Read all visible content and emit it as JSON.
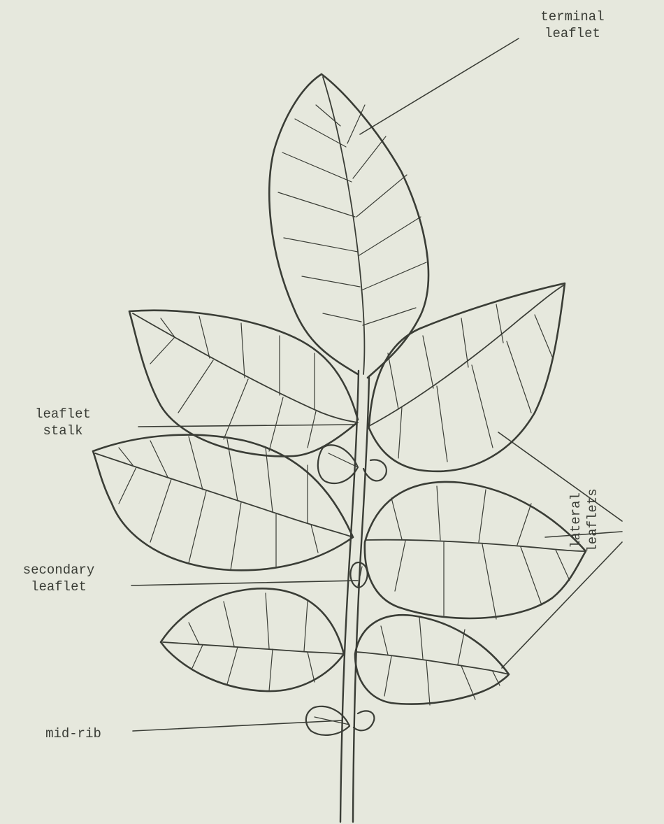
{
  "labels": {
    "terminal": [
      "terminal",
      "leaflet"
    ],
    "stalk": [
      "leaflet",
      "stalk"
    ],
    "secondary": [
      "secondary",
      "leaflet"
    ],
    "midrib": [
      "mid-rib"
    ],
    "lateral": [
      "lateral",
      "leaflets"
    ]
  },
  "colors": {
    "paper": "#e6e8dd",
    "ink": "#3a3d36"
  }
}
